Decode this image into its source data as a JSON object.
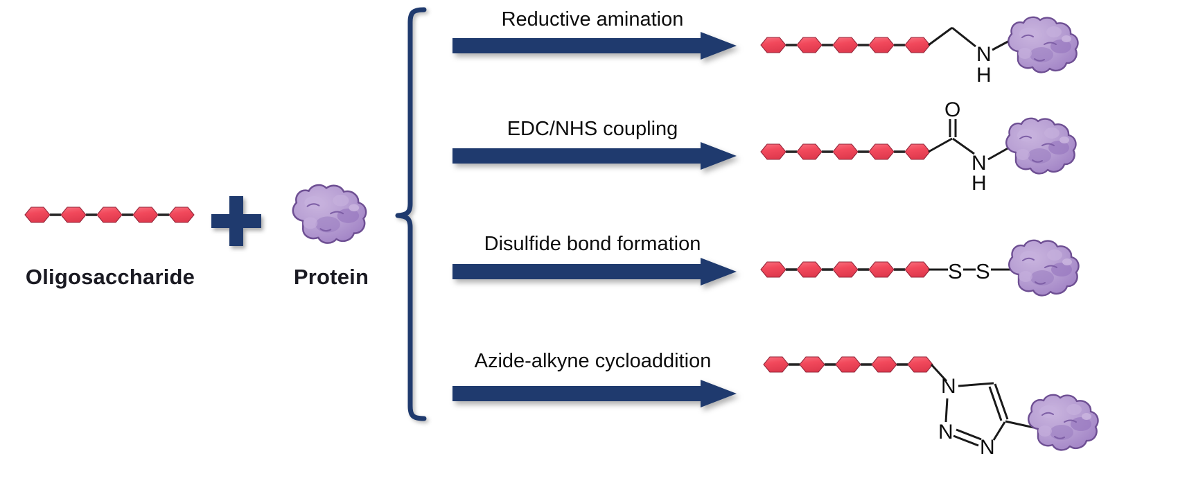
{
  "colors": {
    "sugar_fill": "#F2495C",
    "sugar_fill_light": "#F96A7A",
    "sugar_stroke": "#8A2230",
    "protein_light": "#BBA3D6",
    "protein_mid": "#A98BC9",
    "protein_dark": "#8A6BB0",
    "protein_stroke": "#6E4F93",
    "navy": "#1F3A6E",
    "navy_dark": "#16294F",
    "bond_black": "#1A1A1A",
    "text_black": "#0D0D0D",
    "background": "#FFFFFF"
  },
  "reactants": {
    "oligosaccharide": {
      "label": "Oligosaccharide",
      "icon": "hexagon-chain-icon",
      "unit_count": 5
    },
    "plus": {
      "label": "+",
      "icon": "plus-icon"
    },
    "protein": {
      "label": "Protein",
      "icon": "protein-blob-icon"
    }
  },
  "bracket": {
    "icon": "curly-bracket-icon",
    "branch_count": 4
  },
  "reactions": [
    {
      "id": "reductive-amination",
      "label": "Reductive amination",
      "arrow_icon": "right-arrow-icon",
      "product": {
        "sugar_units": 5,
        "linker_atoms": [
          "N",
          "H"
        ],
        "linker_name": "secondary-amine-linker",
        "protein_icon": "protein-blob-icon"
      }
    },
    {
      "id": "edc-nhs-coupling",
      "label": "EDC/NHS coupling",
      "arrow_icon": "right-arrow-icon",
      "product": {
        "sugar_units": 5,
        "linker_atoms": [
          "O",
          "N",
          "H"
        ],
        "linker_name": "amide-linker",
        "protein_icon": "protein-blob-icon"
      }
    },
    {
      "id": "disulfide-bond-formation",
      "label": "Disulfide bond formation",
      "arrow_icon": "right-arrow-icon",
      "product": {
        "sugar_units": 5,
        "linker_atoms": [
          "S",
          "S"
        ],
        "linker_name": "disulfide-linker",
        "protein_icon": "protein-blob-icon"
      }
    },
    {
      "id": "azide-alkyne-cycloaddition",
      "label": "Azide-alkyne cycloaddition",
      "arrow_icon": "right-arrow-icon",
      "product": {
        "sugar_units": 5,
        "linker_atoms": [
          "N",
          "N",
          "N"
        ],
        "linker_name": "triazole-linker",
        "protein_icon": "protein-blob-icon"
      }
    }
  ]
}
